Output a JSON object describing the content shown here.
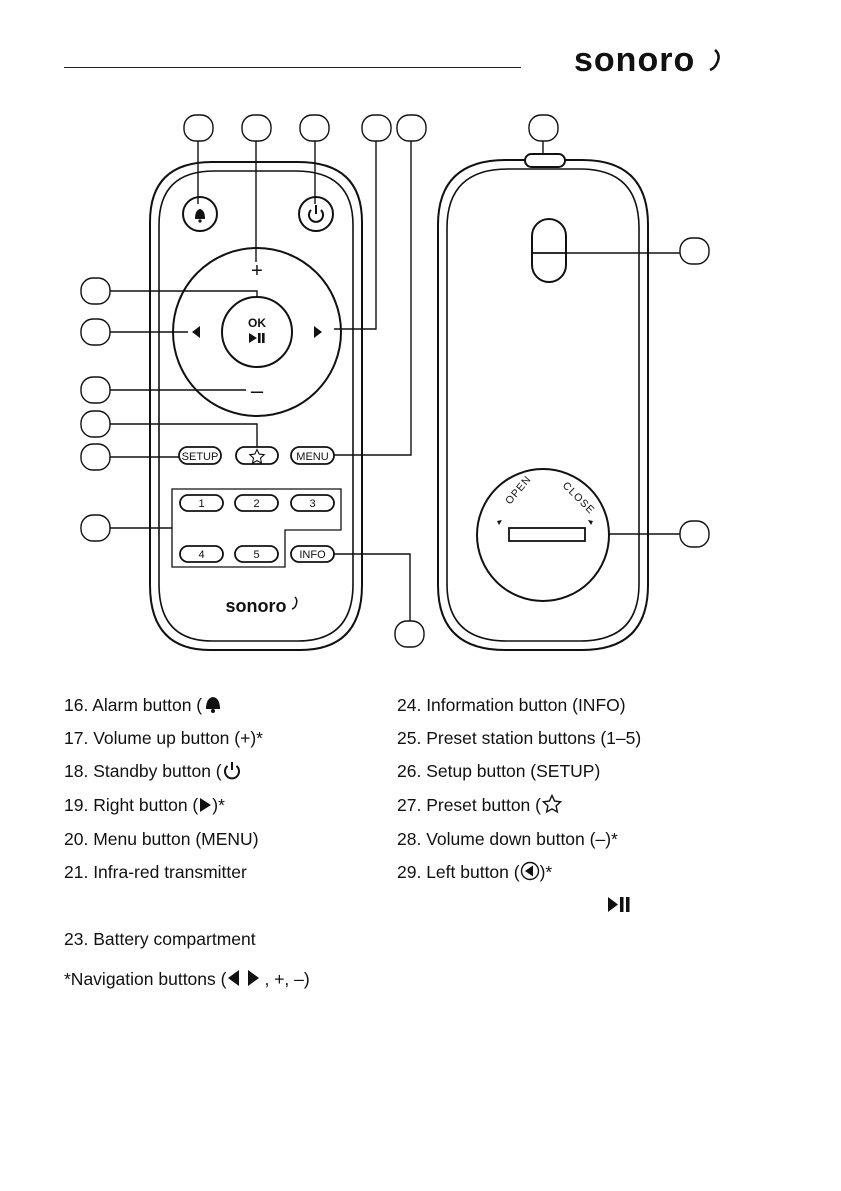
{
  "header": {
    "brand": "sonoro"
  },
  "remote": {
    "ok_label": "OK",
    "setup_label": "SETUP",
    "menu_label": "MENU",
    "info_label": "INFO",
    "presets": [
      "1",
      "2",
      "3",
      "4",
      "5"
    ],
    "plus_glyph": "+",
    "minus_glyph": "–",
    "brand": "sonoro",
    "battery_open": "OPEN",
    "battery_close": "CLOSE"
  },
  "legend": {
    "left": [
      {
        "text": "16. Alarm button (",
        "icon": "bell-icon",
        "tail": ""
      },
      {
        "text": "17. Volume up button (+)*",
        "icon": "",
        "tail": ""
      },
      {
        "text": "18. Standby button (",
        "icon": "power-icon",
        "tail": ""
      },
      {
        "text": "19. Right button (",
        "icon": "right-arrow-icon",
        "tail": ")*"
      },
      {
        "text": "20. Menu button (MENU)",
        "icon": "",
        "tail": ""
      },
      {
        "text": "21. Infra-red transmitter",
        "icon": "",
        "tail": ""
      },
      {
        "text": "23. Battery compartment",
        "icon": "",
        "tail": ""
      }
    ],
    "right": [
      {
        "text": "24. Information button (INFO)",
        "icon": "",
        "tail": ""
      },
      {
        "text": "25. Preset station buttons (1–5)",
        "icon": "",
        "tail": ""
      },
      {
        "text": "26. Setup button (SETUP)",
        "icon": "",
        "tail": ""
      },
      {
        "text": "27. Preset button (",
        "icon": "star-icon",
        "tail": ""
      },
      {
        "text": "28. Volume down button (–)*",
        "icon": "",
        "tail": ""
      },
      {
        "text": "29. Left button (",
        "icon": "left-arrow-icon",
        "tail": ")*"
      }
    ],
    "footnote": {
      "text": "*Navigation buttons (",
      "tail": ", +, –)"
    }
  }
}
